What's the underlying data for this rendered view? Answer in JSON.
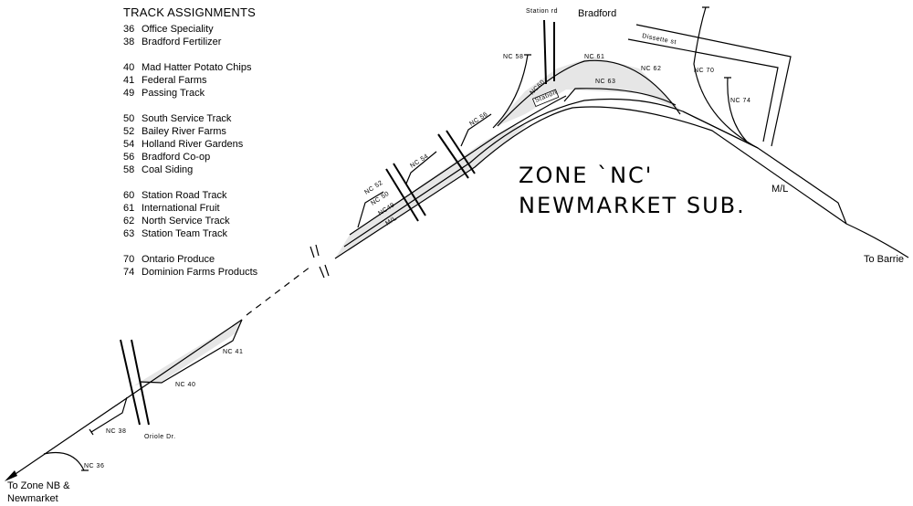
{
  "legend": {
    "title": "TRACK ASSIGNMENTS",
    "groups": [
      [
        {
          "num": "36",
          "name": "Office Speciality"
        },
        {
          "num": "38",
          "name": "Bradford Fertilizer"
        }
      ],
      [
        {
          "num": "40",
          "name": "Mad Hatter Potato Chips"
        },
        {
          "num": "41",
          "name": "Federal Farms"
        },
        {
          "num": "49",
          "name": "Passing Track"
        }
      ],
      [
        {
          "num": "50",
          "name": "South Service Track"
        },
        {
          "num": "52",
          "name": "Bailey River Farms"
        },
        {
          "num": "54",
          "name": "Holland River Gardens"
        },
        {
          "num": "56",
          "name": "Bradford Co-op"
        },
        {
          "num": "58",
          "name": "Coal Siding"
        }
      ],
      [
        {
          "num": "60",
          "name": "Station Road Track"
        },
        {
          "num": "61",
          "name": "International Fruit"
        },
        {
          "num": "62",
          "name": "North Service Track"
        },
        {
          "num": "63",
          "name": "Station Team Track"
        }
      ],
      [
        {
          "num": "70",
          "name": "Ontario Produce"
        },
        {
          "num": "74",
          "name": "Dominion Farms Products"
        }
      ]
    ]
  },
  "zone": {
    "line1": "ZONE `NC'",
    "line2": "NEWMARKET  SUB."
  },
  "places": {
    "bradford": "Bradford",
    "to_barrie": "To Barrie",
    "to_zone_nb_1": "To Zone NB &",
    "to_zone_nb_2": "Newmarket"
  },
  "roads": {
    "station_rd": "Station rd",
    "dissette_st": "Dissette st",
    "oriole_dr": "Oriole  Dr."
  },
  "tracks": {
    "nc36": "NC 36",
    "nc38": "NC 38",
    "nc40": "NC 40",
    "nc41": "NC 41",
    "nc49": "NC49",
    "nc50": "NC 50",
    "nc52": "NC 52",
    "nc54": "NC 54",
    "nc56": "NC 56",
    "nc58": "NC 58",
    "nc60": "NC60",
    "station": "Station",
    "nc61": "NC 61",
    "nc62": "NC 62",
    "nc63": "NC 63",
    "nc70": "NC 70",
    "nc74": "NC 74",
    "ml_upper": "M/L",
    "ml_lower": "M/L"
  }
}
